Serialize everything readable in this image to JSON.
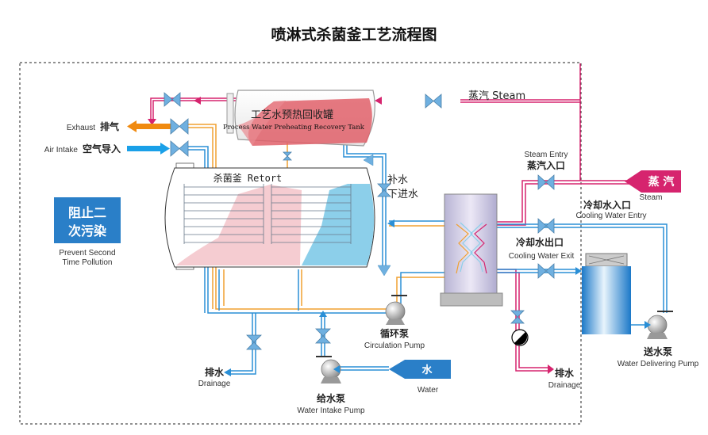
{
  "title": "喷淋式杀菌釜工艺流程图",
  "colors": {
    "steam": "#d6246e",
    "cooling_water": "#2a8fd6",
    "hot_water": "#f0a030",
    "valve": "#6fb0e0",
    "tank_red": "#e0606a",
    "retort_blue": "#8ccfea",
    "retort_pink": "#f4c6cc",
    "badge_blue": "#2a7fc8"
  },
  "labels": {
    "exhaust_en": "Exhaust",
    "exhaust_cn": "排气",
    "air_intake_en": "Air Intake",
    "air_intake_cn": "空气导入",
    "steam_top": "蒸汽 Steam",
    "recovery_tank_cn": "工艺水预热回收罐",
    "recovery_tank_en": "Process Water Preheating Recovery Tank",
    "retort": "杀菌釜 Retort",
    "makeup_water_1": "补水",
    "makeup_water_2": "下进水",
    "steam_entry_en": "Steam Entry",
    "steam_entry_cn": "蒸汽入口",
    "steam_badge": "蒸 汽",
    "steam_badge_en": "Steam",
    "cooling_entry_cn": "冷却水入口",
    "cooling_entry_en": "Cooling Water Entry",
    "cooling_exit_cn": "冷却水出口",
    "cooling_exit_en": "Cooling Water Exit",
    "prevent_badge_line1": "阻止二",
    "prevent_badge_line2": "次污染",
    "prevent_en_line1": "Prevent Second",
    "prevent_en_line2": "Time Pollution",
    "circulation_pump_cn": "循环泵",
    "circulation_pump_en": "Circulation Pump",
    "drainage_left_cn": "排水",
    "drainage_left_en": "Drainage",
    "water_intake_pump_cn": "给水泵",
    "water_intake_pump_en": "Water Intake Pump",
    "water_badge": "水",
    "water_badge_en": "Water",
    "drainage_right_cn": "排水",
    "drainage_right_en": "Drainage",
    "delivering_pump_cn": "送水泵",
    "delivering_pump_en": "Water Delivering Pump"
  }
}
